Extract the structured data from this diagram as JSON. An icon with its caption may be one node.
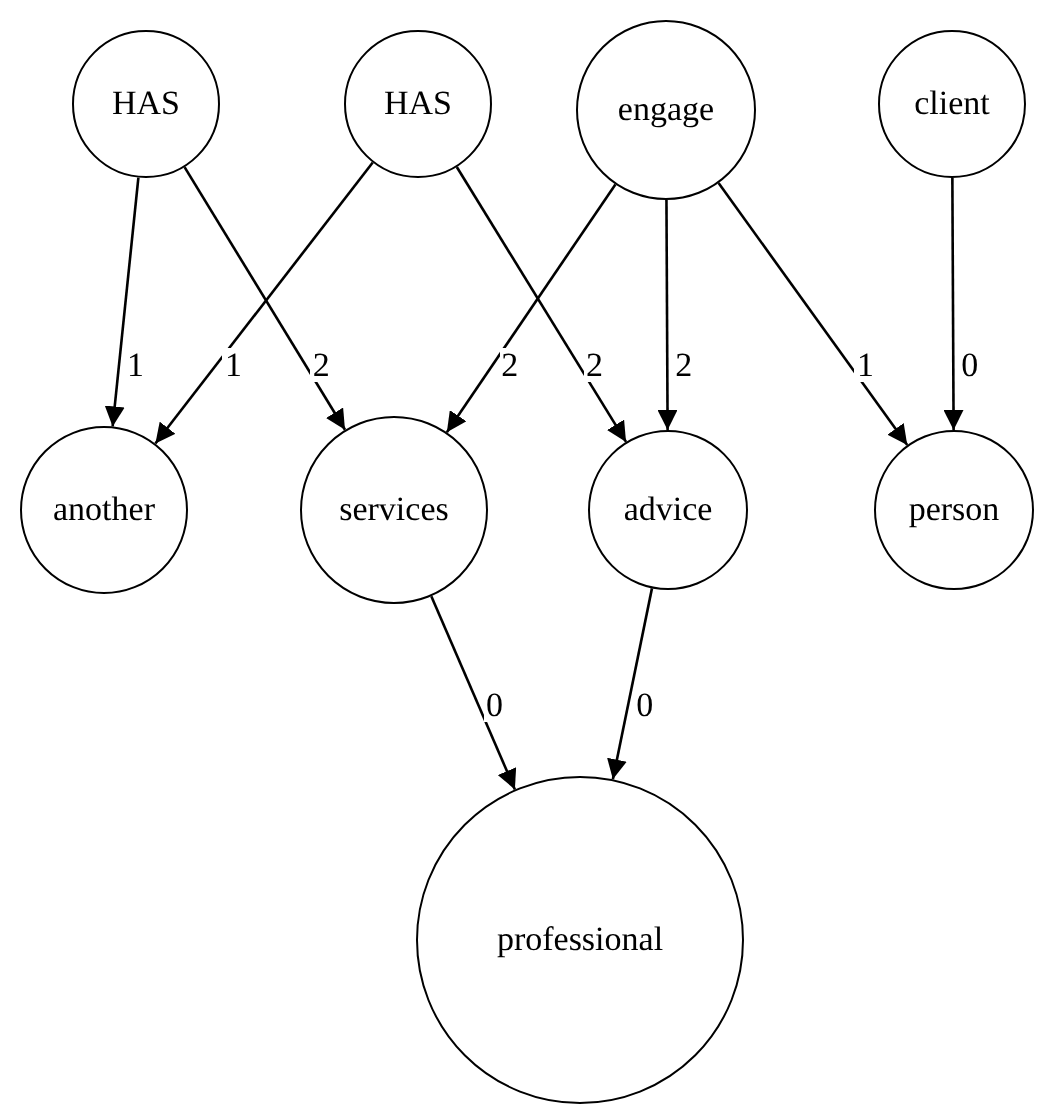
{
  "diagram": {
    "nodes": [
      {
        "text": [
          "HAS"
        ]
      },
      {
        "text": [
          "HAS"
        ]
      },
      {
        "text": [
          "engage"
        ]
      },
      {
        "text": [
          "client"
        ]
      },
      {
        "text": [
          "another"
        ]
      },
      {
        "text": [
          "services"
        ]
      },
      {
        "text": [
          "advice"
        ]
      },
      {
        "text": [
          "person"
        ]
      },
      {
        "text": [
          "professional"
        ]
      }
    ],
    "edges": [
      {
        "from": 0,
        "to": 4,
        "arrow": "to",
        "label": "1"
      },
      {
        "from": 0,
        "to": 5,
        "arrow": "to",
        "label": "2"
      },
      {
        "from": 1,
        "to": 4,
        "arrow": "to",
        "label": "1"
      },
      {
        "from": 1,
        "to": 6,
        "arrow": "to",
        "label": "2"
      },
      {
        "from": 2,
        "to": 5,
        "arrow": "to",
        "label": "2"
      },
      {
        "from": 2,
        "to": 6,
        "arrow": "to",
        "label": "2"
      },
      {
        "from": 2,
        "to": 7,
        "arrow": "to",
        "label": "1"
      },
      {
        "from": 3,
        "to": 7,
        "arrow": "to",
        "label": "0"
      },
      {
        "from": 5,
        "to": 8,
        "arrow": "to",
        "label": "0"
      },
      {
        "from": 6,
        "to": 8,
        "arrow": "to",
        "label": "0"
      }
    ]
  }
}
